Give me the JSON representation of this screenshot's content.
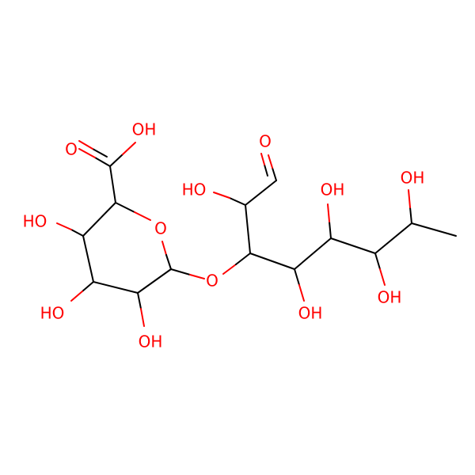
{
  "colors": {
    "bond": "#000000",
    "oxygen": "#ff0000",
    "background": "#ffffff"
  },
  "labels": {
    "cooh_o": "O",
    "cooh_oh": "OH",
    "ring_o": "O",
    "ho_c4": "HO",
    "ho_c3": "HO",
    "oh_c2": "OH",
    "glycosidic_o": "O",
    "aldehyde_o": "O",
    "ho_c2p": "HO",
    "oh_c4p": "OH",
    "oh_c5p": "OH",
    "oh_c6p": "OH",
    "oh_c7p": "OH"
  }
}
